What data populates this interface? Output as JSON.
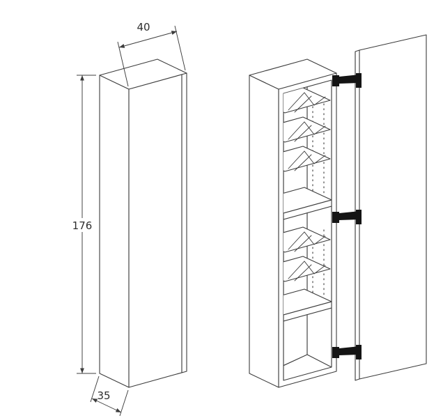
{
  "dimensions": {
    "height": "176",
    "width": "40",
    "depth": "35"
  },
  "colors": {
    "line": "#3c3c3c",
    "hinge": "#141414",
    "dots": "#4a4a4a",
    "text": "#2e2e2e",
    "background": "#ffffff"
  }
}
